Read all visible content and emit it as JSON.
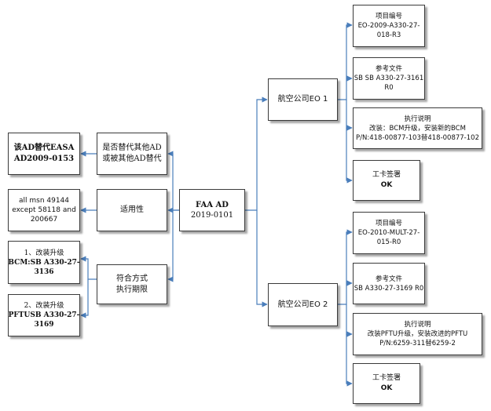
{
  "colors": {
    "connector": "#4a7ebb",
    "border": "#3a3a3a"
  },
  "center": {
    "title": "FAA AD",
    "number": "2019-0101"
  },
  "left": {
    "replace_q": {
      "line1": "是否替代其他AD",
      "line2": "或被其他AD替代"
    },
    "applicability": {
      "label": "适用性"
    },
    "compliance": {
      "line1": "符合方式",
      "line2": "执行期限"
    },
    "replace_a": {
      "line1": "该AD替代EASA",
      "line2": "AD2009-0153"
    },
    "msn": {
      "line1": "all msn 49144",
      "line2": "except 58118 and",
      "line3": "200667"
    },
    "mod1": {
      "line1": "1、改装升级",
      "line2": "BCM:SB A330-27-",
      "line3": "3136"
    },
    "mod2": {
      "line1": "2、改装升级",
      "line2": "PFTUSB A330-27-",
      "line3": "3169"
    }
  },
  "eo1": {
    "label": "航空公司EO 1",
    "item_no": {
      "title": "项目编号",
      "line1": "EO-2009-A330-27-",
      "line2": "018-R3"
    },
    "ref": {
      "title": "参考文件",
      "line1": "SB SB A330-27-3161",
      "line2": "R0"
    },
    "exec": {
      "title": "执行说明",
      "line1": "改装：BCM升级，安装新的BCM",
      "line2": "P/N:418-00877-103替418-00877-102"
    },
    "card": {
      "title": "工卡签署",
      "value": "OK"
    }
  },
  "eo2": {
    "label": "航空公司EO 2",
    "item_no": {
      "title": "项目编号",
      "line1": "EO-2010-MULT-27-",
      "line2": "015-R0"
    },
    "ref": {
      "title": "参考文件",
      "line1": "SB A330-27-3169 R0"
    },
    "exec": {
      "title": "执行说明",
      "line1": "改装PFTU升级，安装改进的PFTU",
      "line2": "P/N:6259-311替6259-2"
    },
    "card": {
      "title": "工卡签署",
      "value": "OK"
    }
  }
}
